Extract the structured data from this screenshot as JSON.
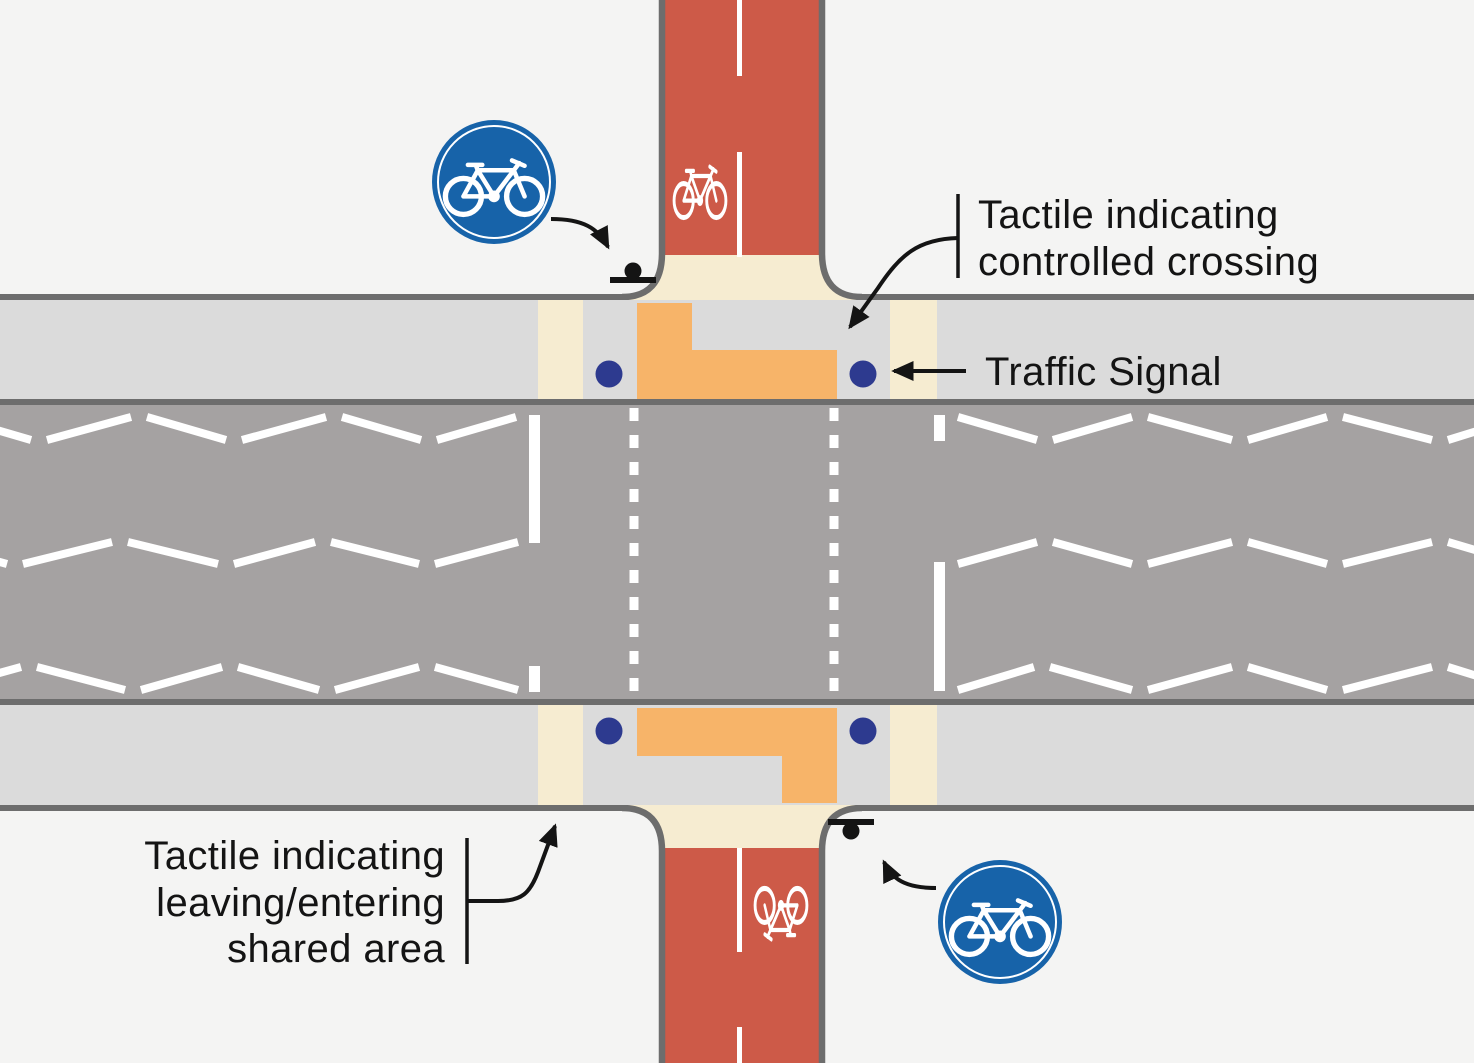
{
  "diagram": {
    "type": "cycle-track-signalized-crossing-schematic",
    "labels": {
      "controlled_crossing": {
        "line1": "Tactile indicating",
        "line2": "controlled crossing"
      },
      "traffic_signal": "Traffic Signal",
      "shared_area": {
        "line1": "Tactile indicating",
        "line2": "leaving/entering",
        "line3": "shared area"
      }
    },
    "colors": {
      "background": "#f4f4f3",
      "footway": "#dbdbdb",
      "carriageway": "#a5a2a2",
      "edge": "#6d6d6d",
      "cycle_track": "#cd5a48",
      "tactile_shared": "#f6ecd1",
      "tactile_crossing": "#f7b469",
      "signal_dot": "#2d3a8f",
      "sign_blue": "#1763a9",
      "marking_white": "#ffffff",
      "annotation": "#141414"
    },
    "icons": {
      "cycle_sign": "bicycle-icon",
      "traffic_signal": "circle-dot",
      "sign_location": "post-marker-dot-with-bar",
      "road_markings": "zigzag-lines, stop-lines, dotted-crossing-edges"
    }
  }
}
